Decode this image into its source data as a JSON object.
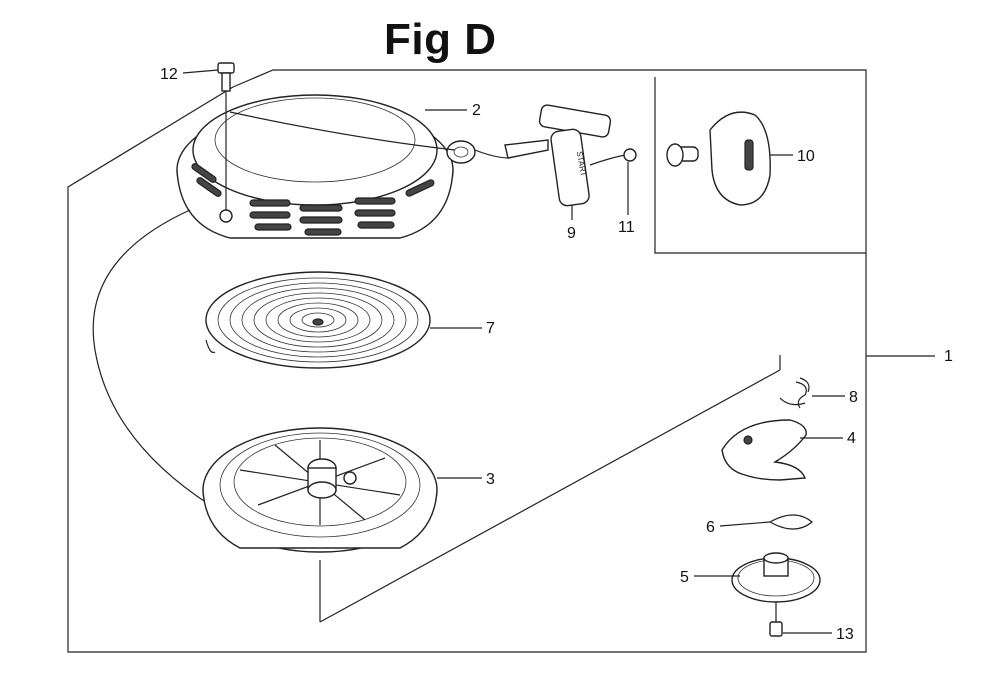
{
  "title": "Fig D",
  "callouts": [
    {
      "id": "1",
      "label": "1"
    },
    {
      "id": "2",
      "label": "2"
    },
    {
      "id": "3",
      "label": "3"
    },
    {
      "id": "4",
      "label": "4"
    },
    {
      "id": "5",
      "label": "5"
    },
    {
      "id": "6",
      "label": "6"
    },
    {
      "id": "7",
      "label": "7"
    },
    {
      "id": "8",
      "label": "8"
    },
    {
      "id": "9",
      "label": "9"
    },
    {
      "id": "10",
      "label": "10"
    },
    {
      "id": "11",
      "label": "11"
    },
    {
      "id": "12",
      "label": "12"
    },
    {
      "id": "13",
      "label": "13"
    }
  ],
  "handle_text": "START"
}
